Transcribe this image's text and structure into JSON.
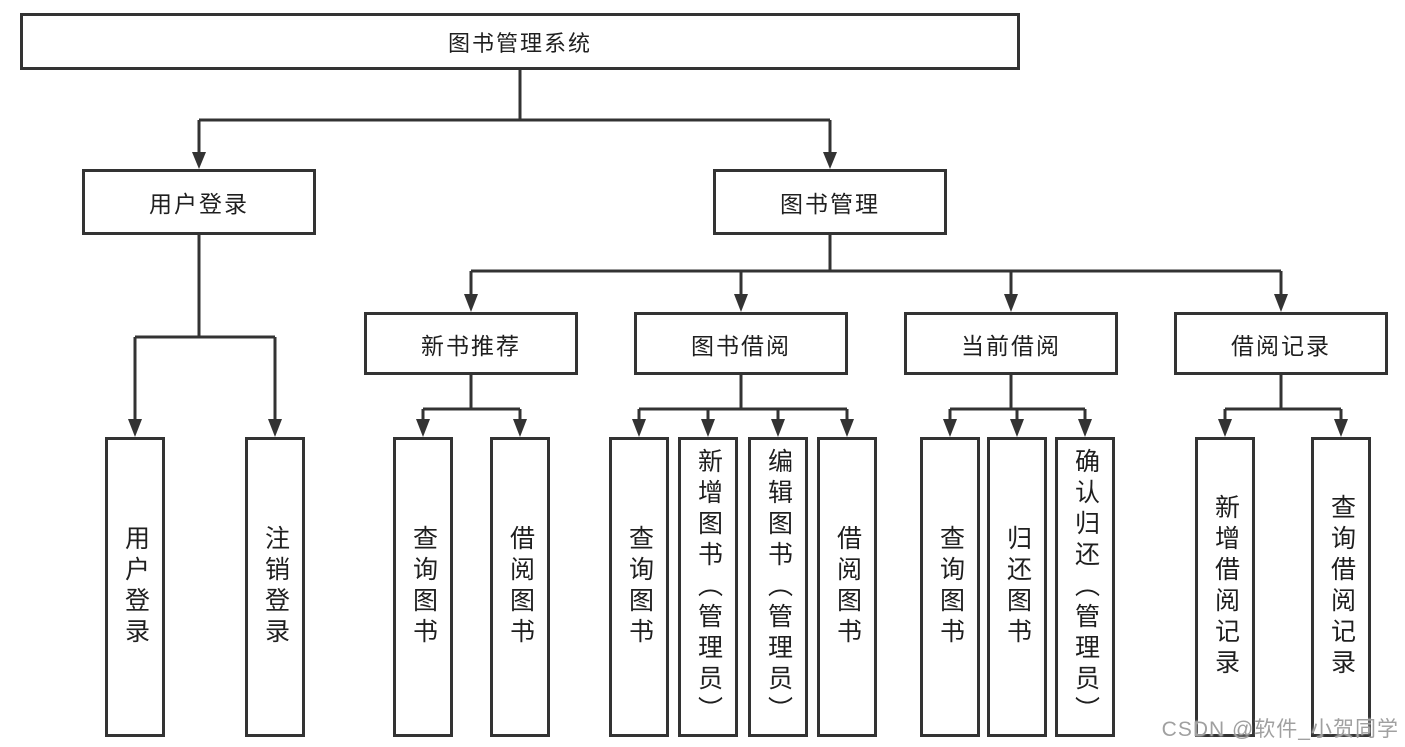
{
  "colors": {
    "line": "#333333",
    "text": "#1f1f1f",
    "box-bg": "#ffffff",
    "page-bg": "#ffffff",
    "watermark": "#a0a0a0"
  },
  "diagram_type": "hierarchy-tree",
  "tree": {
    "label": "图书管理系统",
    "children": [
      {
        "label": "用户登录",
        "children": [
          {
            "label": "用户登录"
          },
          {
            "label": "注销登录"
          }
        ]
      },
      {
        "label": "图书管理",
        "children": [
          {
            "label": "新书推荐",
            "children": [
              {
                "label": "查询图书"
              },
              {
                "label": "借阅图书"
              }
            ]
          },
          {
            "label": "图书借阅",
            "children": [
              {
                "label": "查询图书"
              },
              {
                "label": "新增图书（管理员）"
              },
              {
                "label": "编辑图书（管理员）"
              },
              {
                "label": "借阅图书"
              }
            ]
          },
          {
            "label": "当前借阅",
            "children": [
              {
                "label": "查询图书"
              },
              {
                "label": "归还图书"
              },
              {
                "label": "确认归还（管理员）"
              }
            ]
          },
          {
            "label": "借阅记录",
            "children": [
              {
                "label": "新增借阅记录"
              },
              {
                "label": "查询借阅记录"
              }
            ]
          }
        ]
      }
    ]
  },
  "watermark": {
    "text": "CSDN @软件_小贺同学"
  }
}
